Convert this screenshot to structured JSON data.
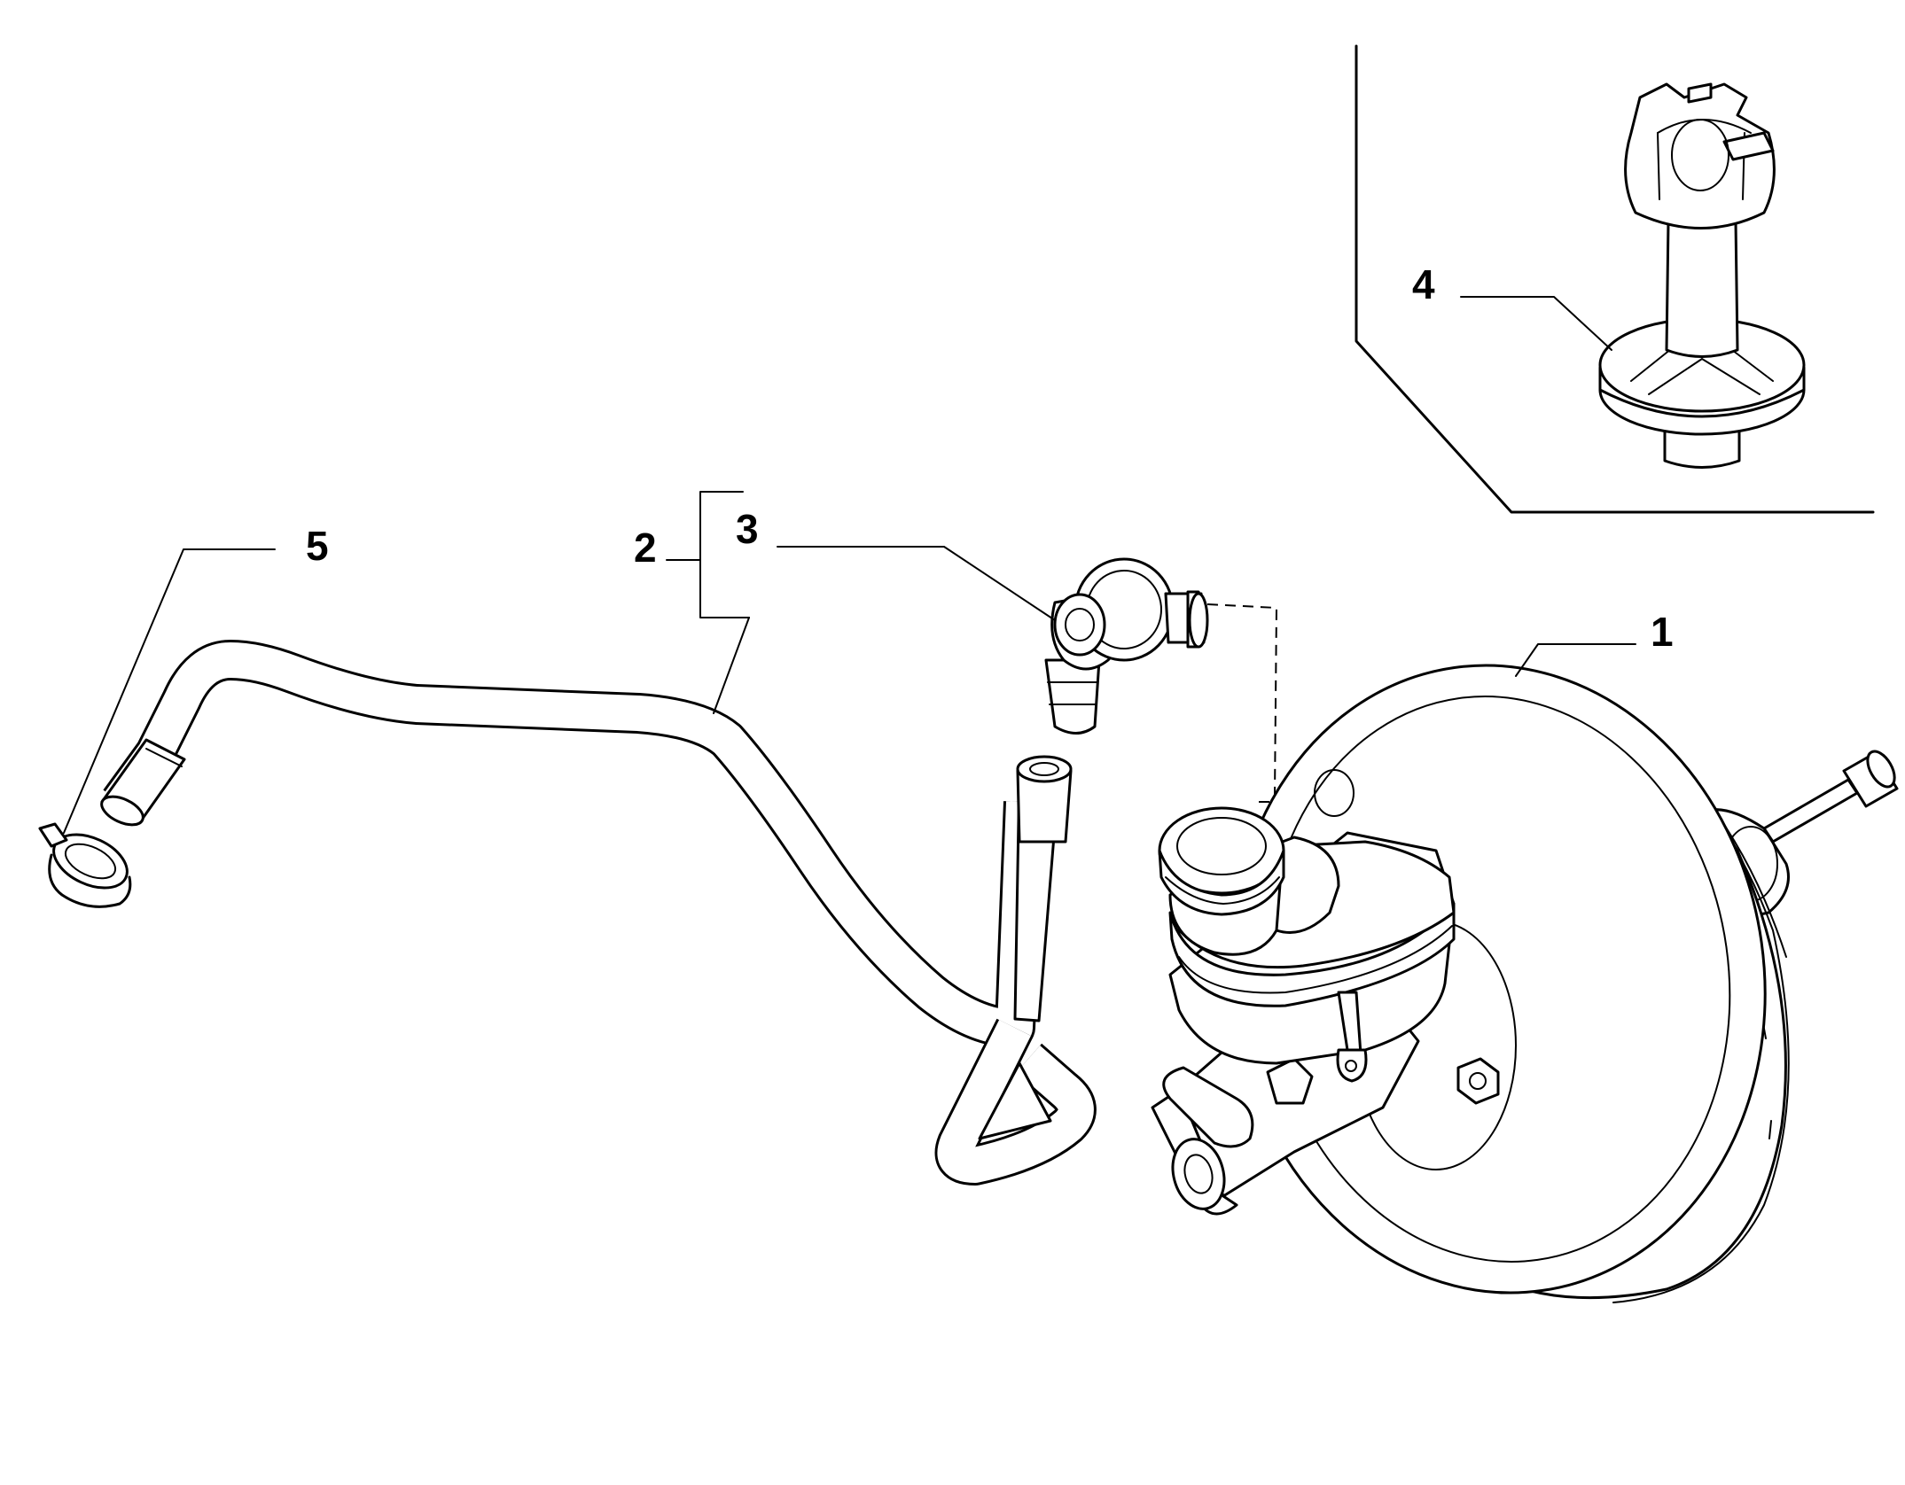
{
  "callouts": {
    "c1": "1",
    "c2": "2",
    "c3": "3",
    "c4": "4",
    "c5": "5"
  },
  "parts": [
    {
      "ref": "1",
      "icon": "brake-booster-master-cylinder-icon"
    },
    {
      "ref": "2",
      "icon": "vacuum-hose-icon"
    },
    {
      "ref": "3",
      "icon": "check-valve-icon"
    },
    {
      "ref": "4",
      "icon": "hose-clip-icon"
    },
    {
      "ref": "5",
      "icon": "hose-clamp-icon"
    }
  ]
}
